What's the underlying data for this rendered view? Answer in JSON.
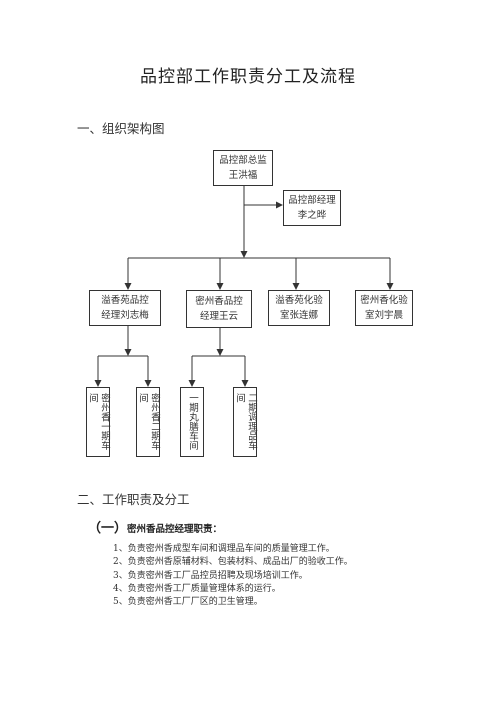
{
  "title": "品控部工作职责分工及流程",
  "section1": "一、组织架构图",
  "org": {
    "director": [
      "品控部总监",
      "王洪福"
    ],
    "manager": [
      "品控部经理",
      "李之晔"
    ],
    "dept": [
      [
        "溢香苑品控",
        "经理刘志梅"
      ],
      [
        "密州香品控",
        "经理王云"
      ],
      [
        "溢香苑化验",
        "室张连娜"
      ],
      [
        "密州香化验",
        "室刘宇晨"
      ]
    ],
    "workshops": [
      "密州香一期车间",
      "密州香二期车间",
      "一期丸膳车间",
      "二期调理品车间"
    ]
  },
  "section2": "二、工作职责及分工",
  "sub1": {
    "num": "（一）",
    "heading": "密州香品控经理职责："
  },
  "duties": [
    "1、负责密州香成型车间和调理品车间的质量管理工作。",
    "2、负责密州香原辅材料、包装材料、成品出厂的验收工作。",
    "3、负责密州香工厂品控员招聘及现场培训工作。",
    "4、负责密州香工厂质量管理体系的运行。",
    "5、负责密州香工厂厂区的卫生管理。"
  ]
}
